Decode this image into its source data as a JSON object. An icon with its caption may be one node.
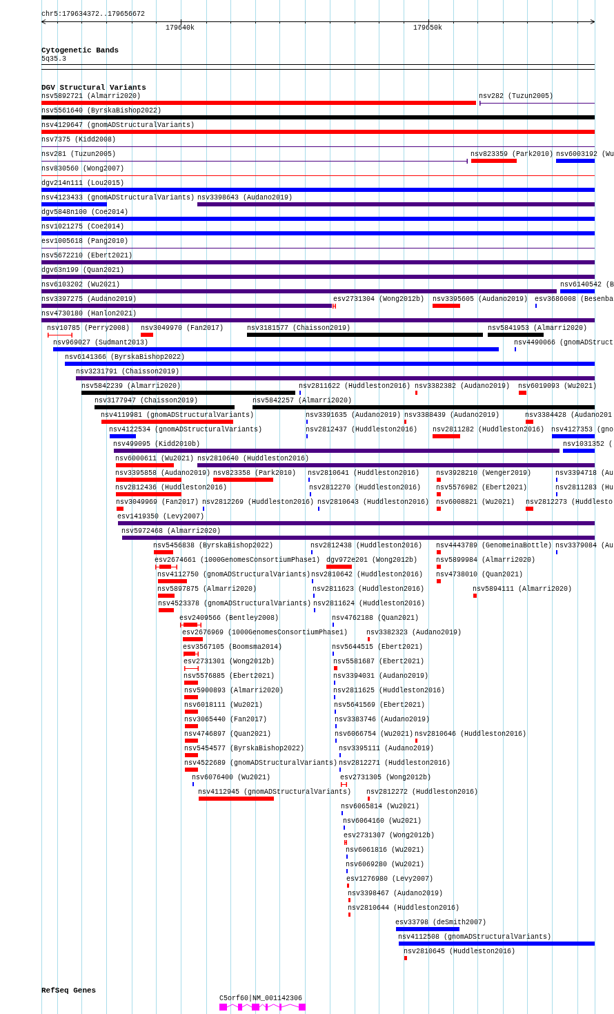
{
  "diagram": {
    "labels": [
      "chr5:179634372..179656672",
      "179640k",
      "179650k",
      "Cytogenetic Bands",
      "5q35.3",
      "DGV Structural Variants",
      "nsv5892721 (Almarri2020)",
      "nsv282 (Tuzun2005)",
      "nsv5561640 (ByrskaBishop2022)",
      "nsv4129647 (gnomADStructuralVariants)",
      "nsv7375 (Kidd2008)",
      "nsv281 (Tuzun2005)",
      "nsv823359 (Park2010)",
      "nsv6003192 (Wu",
      "nsv830560 (Wong2007)",
      "dgv214n111 (Lou2015)",
      "nsv4123433 (gnomADStructuralVariants)",
      "nsv3398643 (Audano2019)",
      "dgv5848n100 (Coe2014)",
      "nsv1021275 (Coe2014)",
      "esv1005618 (Pang2010)",
      "nsv5672210 (Ebert2021)",
      "dgv63n199 (Quan2021)",
      "nsv6103202 (Wu2021)",
      "nsv6140542 (B",
      "nsv3397275 (Audano2019)",
      "esv2731304 (Wong2012b)",
      "nsv3395605 (Audano2019)",
      "esv3686008 (Besenba",
      "nsv4730180 (Hanlon2021)",
      "nsv10785 (Perry2008)",
      "nsv3049970 (Fan2017)",
      "nsv3181577 (Chaisson2019)",
      "nsv5841953 (Almarri2020)",
      "nsv969027 (Sudmant2013)",
      "nsv4490066 (gnomADStruct",
      "nsv6141366 (ByrskaBishop2022)",
      "nsv3231791 (Chaisson2019)",
      "nsv5842239 (Almarri2020)",
      "nsv2811622 (Huddleston2016)",
      "nsv3382382 (Audano2019)",
      "nsv6019093 (Wu2021)",
      "nsv3177947 (Chaisson2019)",
      "nsv5842257 (Almarri2020)",
      "nsv4119981 (gnomADStructuralVariants)",
      "nsv3391635 (Audano2019)",
      "nsv3388439 (Audano2019)",
      "nsv3384428 (Audano201",
      "nsv4122534 (gnomADStructuralVariants)",
      "nsv2812437 (Huddleston2016)",
      "nsv2811282 (Huddleston2016)",
      "nsv4127353 (gno",
      "nsv499095 (Kidd2010b)",
      "nsv1031352 (",
      "nsv6000611 (Wu2021)",
      "nsv2810640 (Huddleston2016)",
      "nsv3395858 (Audano2019)",
      "nsv823358 (Park2010)",
      "nsv2810641 (Huddleston2016)",
      "nsv3928210 (Wenger2019)",
      "nsv3394718 (Au",
      "nsv2812436 (Huddleston2016)",
      "nsv2812270 (Huddleston2016)",
      "nsv5576982 (Ebert2021)",
      "nsv2811283 (Hu",
      "nsv3049969 (Fan2017)",
      "nsv2812269 (Huddleston2016)",
      "nsv2810643 (Huddleston2016)",
      "nsv6008821 (Wu2021)",
      "nsv2812273 (Huddlesto",
      "esv1419350 (Levy2007)",
      "nsv5972468 (Almarri2020)",
      "nsv5456838 (ByrskaBishop2022)",
      "nsv2812438 (Huddleston2016)",
      "nsv4443789 (GenomeinaBottle)",
      "nsv3379084 (Au",
      "esv2674661 (1000GenomesConsortiumPhase1)",
      "dgv972e201 (Wong2012b)",
      "nsv5899984 (Almarri2020)",
      "nsv4112750 (gnomADStructuralVariants)",
      "nsv2810642 (Huddleston2016)",
      "nsv4738010 (Quan2021)",
      "nsv5897875 (Almarri2020)",
      "nsv2811623 (Huddleston2016)",
      "nsv5894111 (Almarri2020)",
      "nsv4523378 (gnomADStructuralVariants)",
      "nsv2811624 (Huddleston2016)",
      "esv2409566 (Bentley2008)",
      "nsv4762188 (Quan2021)",
      "esv2676969 (1000GenomesConsortiumPhase1)",
      "nsv3382323 (Audano2019)",
      "esv3567105 (Boomsma2014)",
      "nsv5644515 (Ebert2021)",
      "esv2731301 (Wong2012b)",
      "nsv5581687 (Ebert2021)",
      "nsv5576885 (Ebert2021)",
      "nsv3394031 (Audano2019)",
      "nsv5900893 (Almarri2020)",
      "nsv2811625 (Huddleston2016)",
      "nsv6018111 (Wu2021)",
      "nsv5641569 (Ebert2021)",
      "nsv3065440 (Fan2017)",
      "nsv3383746 (Audano2019)",
      "nsv4746897 (Quan2021)",
      "nsv6066754 (Wu2021)",
      "nsv2810646 (Huddleston2016)",
      "nsv5454577 (ByrskaBishop2022)",
      "nsv3395111 (Audano2019)",
      "nsv4522689 (gnomADStructuralVariants)",
      "nsv2812271 (Huddleston2016)",
      "nsv6076400 (Wu2021)",
      "esv2731305 (Wong2012b)",
      "nsv4112945 (gnomADStructuralVariants)",
      "nsv2812272 (Huddleston2016)",
      "nsv6065814 (Wu2021)",
      "nsv6064160 (Wu2021)",
      "esv2731307 (Wong2012b)",
      "nsv6061816 (Wu2021)",
      "nsv6069280 (Wu2021)",
      "esv1276980 (Levy2007)",
      "nsv3398467 (Audano2019)",
      "nsv2810644 (Huddleston2016)",
      "esv33798 (deSmith2007)",
      "nsv4112508 (gnomADStructuralVariants)",
      "nsv2810645 (Huddleston2016)",
      "RefSeq Genes",
      "C5orf60|NM_001142306"
    ]
  }
}
